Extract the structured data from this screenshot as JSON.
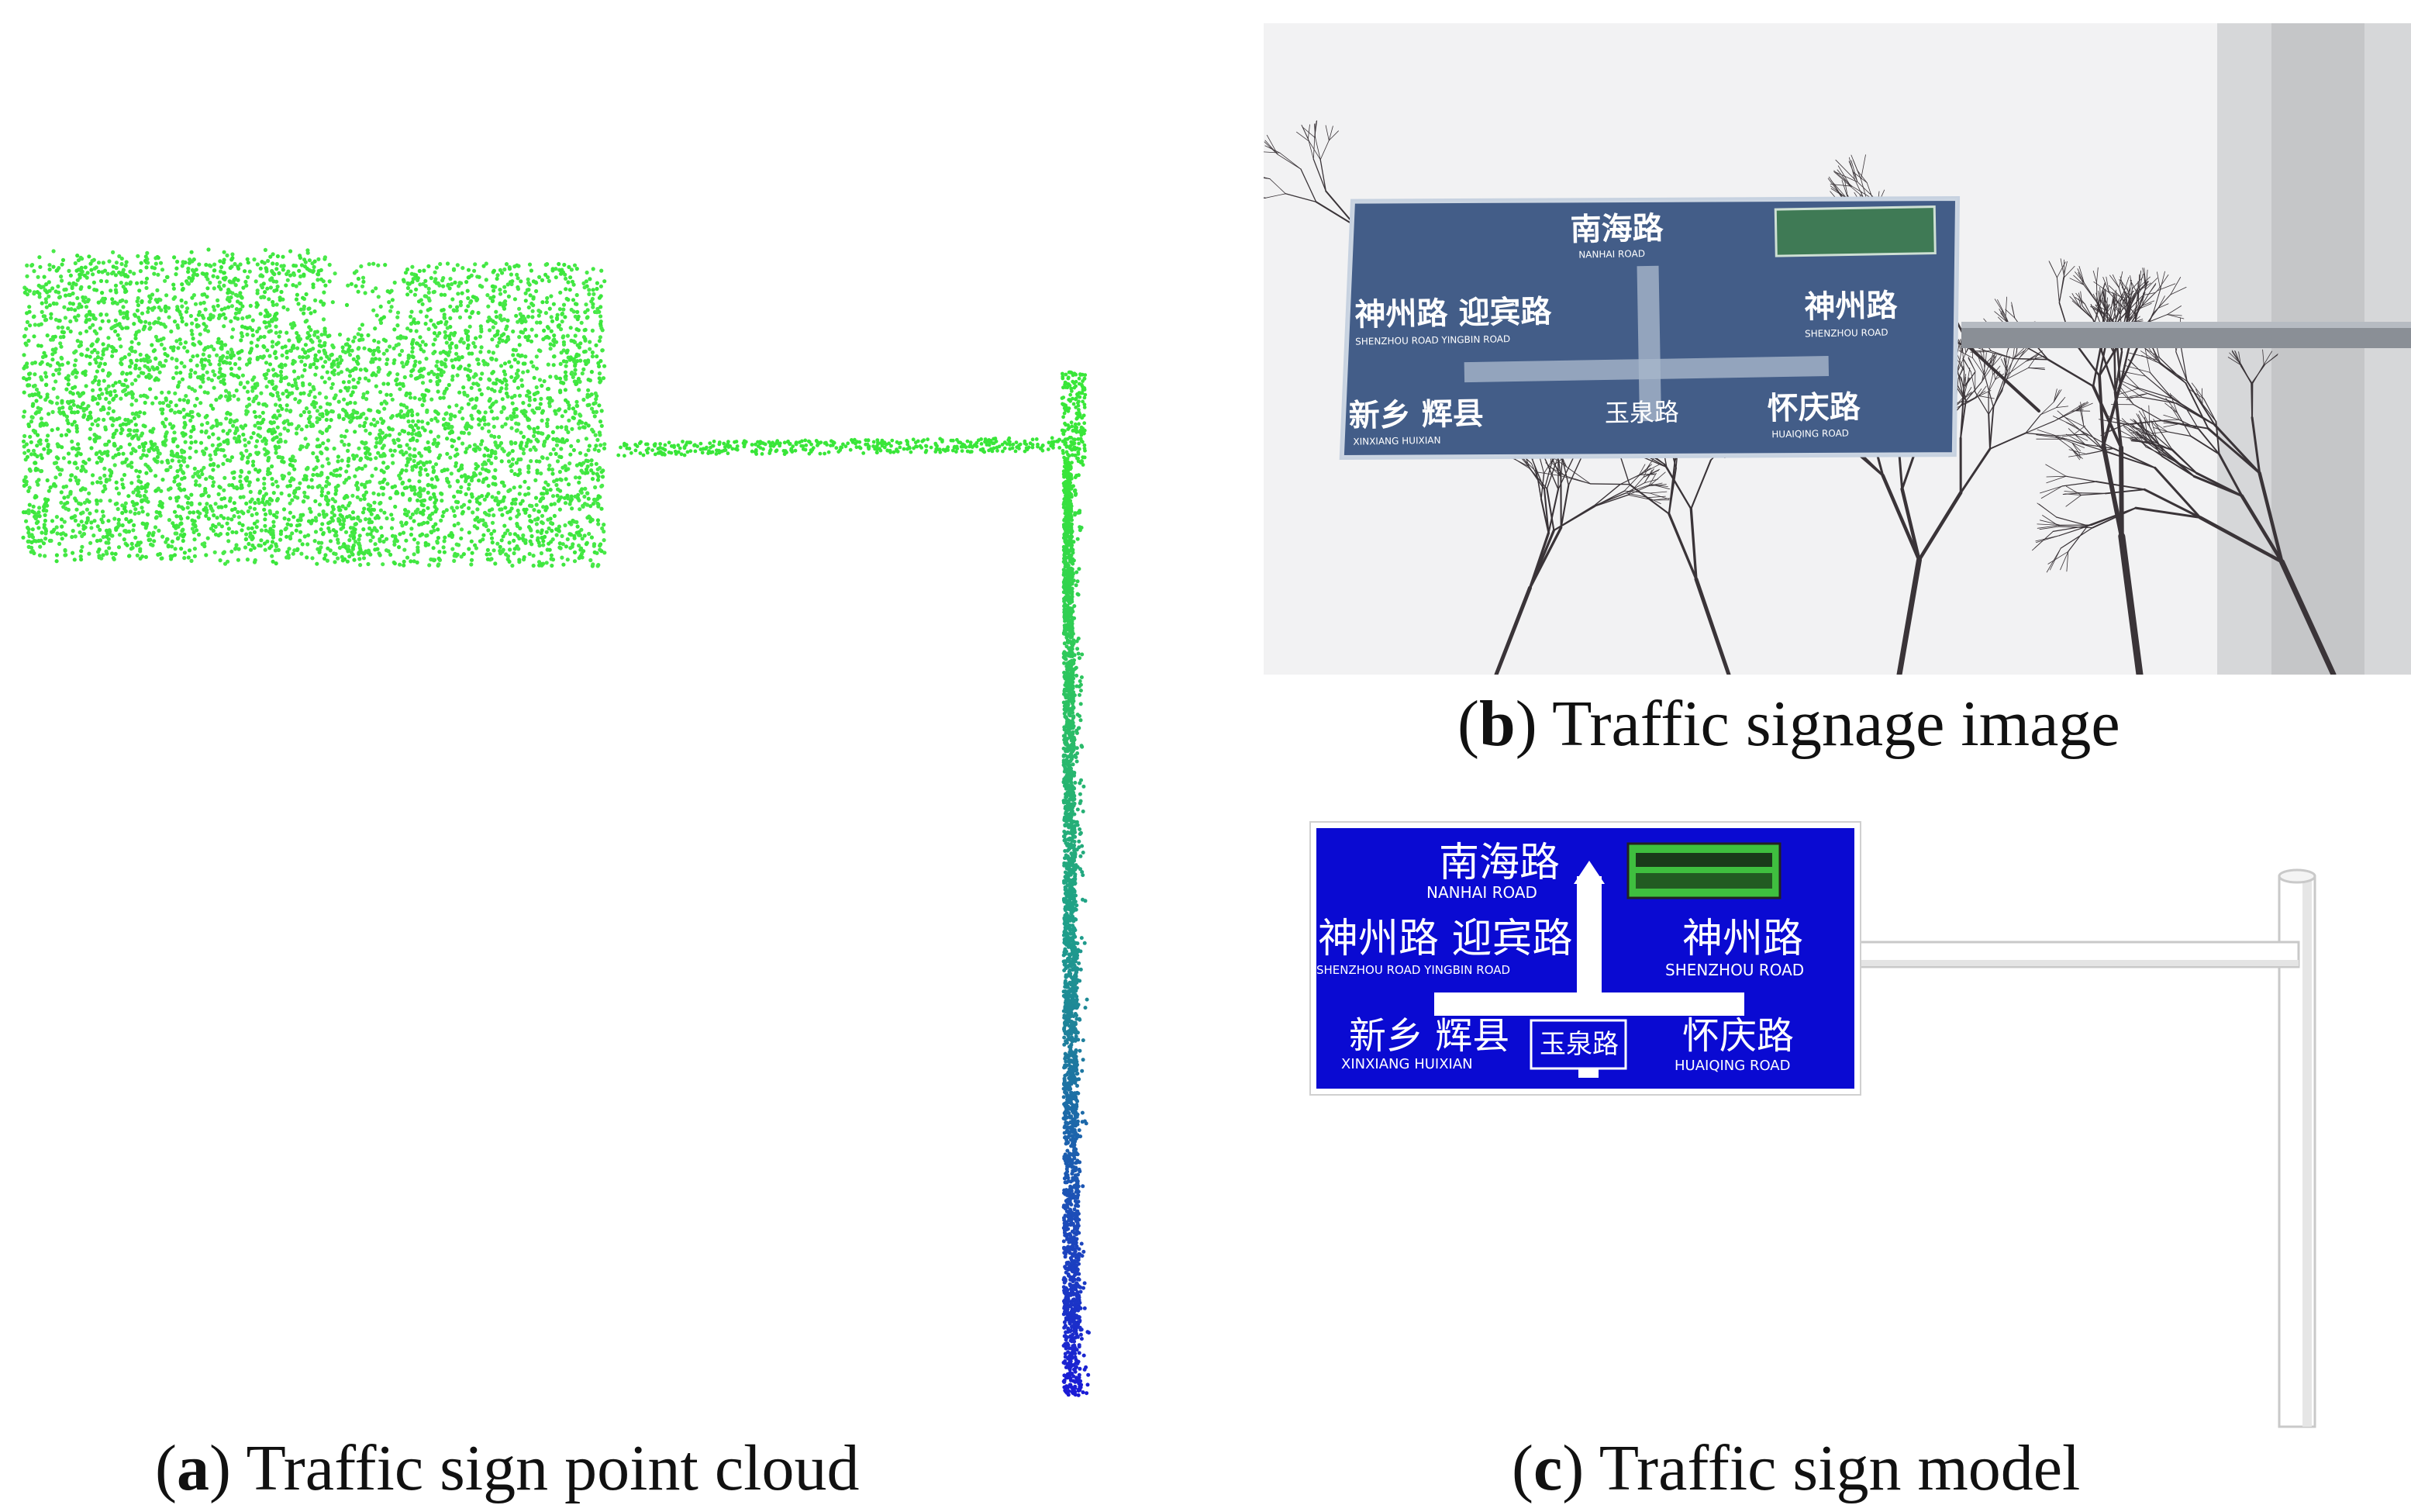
{
  "figure": {
    "panel_a": {
      "letter": "a",
      "caption": "Traffic sign point cloud",
      "colors": {
        "top": "#39e639",
        "mid": "#1f9e8a",
        "bottom": "#1a1ad6"
      }
    },
    "panel_b": {
      "letter": "b",
      "caption": "Traffic signage image",
      "sign": {
        "top_cn": "南海路",
        "top_en": "NANHAI ROAD",
        "left_cn": "神州路 迎宾路",
        "left_en": "SHENZHOU ROAD YINGBIN ROAD",
        "right_cn": "神州路",
        "right_en": "SHENZHOU ROAD",
        "bl_cn": "新乡 辉县",
        "bl_en": "XINXIANG HUIXIAN",
        "mid_cn": "玉泉路",
        "br_cn": "怀庆路",
        "br_en": "HUAIQING ROAD",
        "panel_color": "#2f4f7f"
      }
    },
    "panel_c": {
      "letter": "c",
      "caption": "Traffic sign model",
      "sign": {
        "top_cn": "南海路",
        "top_en": "NANHAI ROAD",
        "left_cn": "神州路 迎宾路",
        "left_en": "SHENZHOU ROAD YINGBIN ROAD",
        "right_cn": "神州路",
        "right_en": "SHENZHOU ROAD",
        "bl_cn": "新乡 辉县",
        "bl_en": "XINXIANG HUIXIAN",
        "mid_cn": "玉泉路",
        "br_cn": "怀庆路",
        "br_en": "HUAIQING ROAD",
        "panel_color": "#0a0ad2",
        "green_color": "#3fbf3f"
      }
    }
  }
}
